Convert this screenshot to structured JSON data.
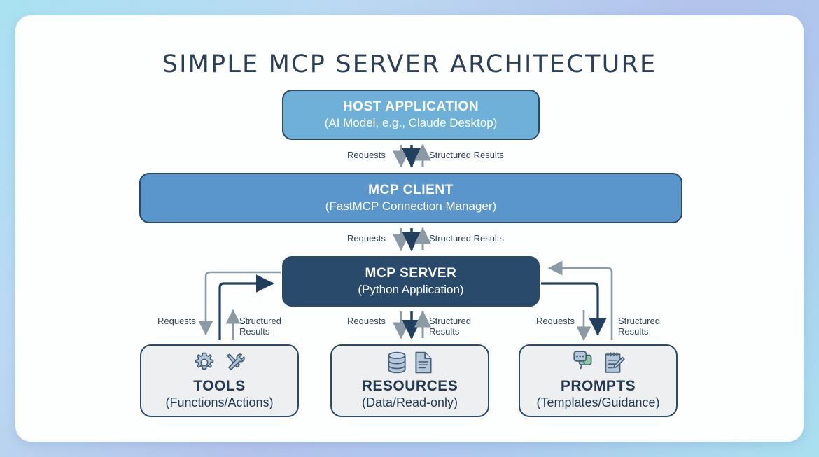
{
  "diagram": {
    "title": "SIMPLE MCP SERVER ARCHITECTURE",
    "nodes": {
      "host": {
        "title": "HOST APPLICATION",
        "subtitle": "(AI Model, e.g., Claude Desktop)",
        "color": "#6fb0d8"
      },
      "client": {
        "title": "MCP CLIENT",
        "subtitle": "(FastMCP Connection Manager)",
        "color": "#5a95cc"
      },
      "server": {
        "title": "MCP SERVER",
        "subtitle": "(Python Application)",
        "color": "#2a4a6b"
      },
      "tools": {
        "title": "TOOLS",
        "subtitle": "(Functions/Actions)",
        "icons": [
          "gear-icon",
          "tools-icon"
        ]
      },
      "resources": {
        "title": "RESOURCES",
        "subtitle": "(Data/Read-only)",
        "icons": [
          "database-icon",
          "document-icon"
        ]
      },
      "prompts": {
        "title": "PROMPTS",
        "subtitle": "(Templates/Guidance)",
        "icons": [
          "chat-bubbles-icon",
          "notepad-pencil-icon"
        ]
      }
    },
    "edge_labels": {
      "requests": "Requests",
      "structured_results": "Structured Results",
      "structured_results_wrapped": "Structured\nResults"
    },
    "colors": {
      "background_start": "#a9e2f1",
      "background_end": "#b3c3ec",
      "canvas": "#fdfefe",
      "shadow_green": "#a9ddbb",
      "border_navy": "#2c4a63",
      "title_text": "#2c3f55",
      "arrow_gray": "#8c9aa6",
      "arrow_navy": "#21405f",
      "icon_fill": "#b6c7d8",
      "icon_stroke": "#44607a",
      "icon_green": "#8fc7a4",
      "leaf_bg": "#edeff1"
    }
  }
}
